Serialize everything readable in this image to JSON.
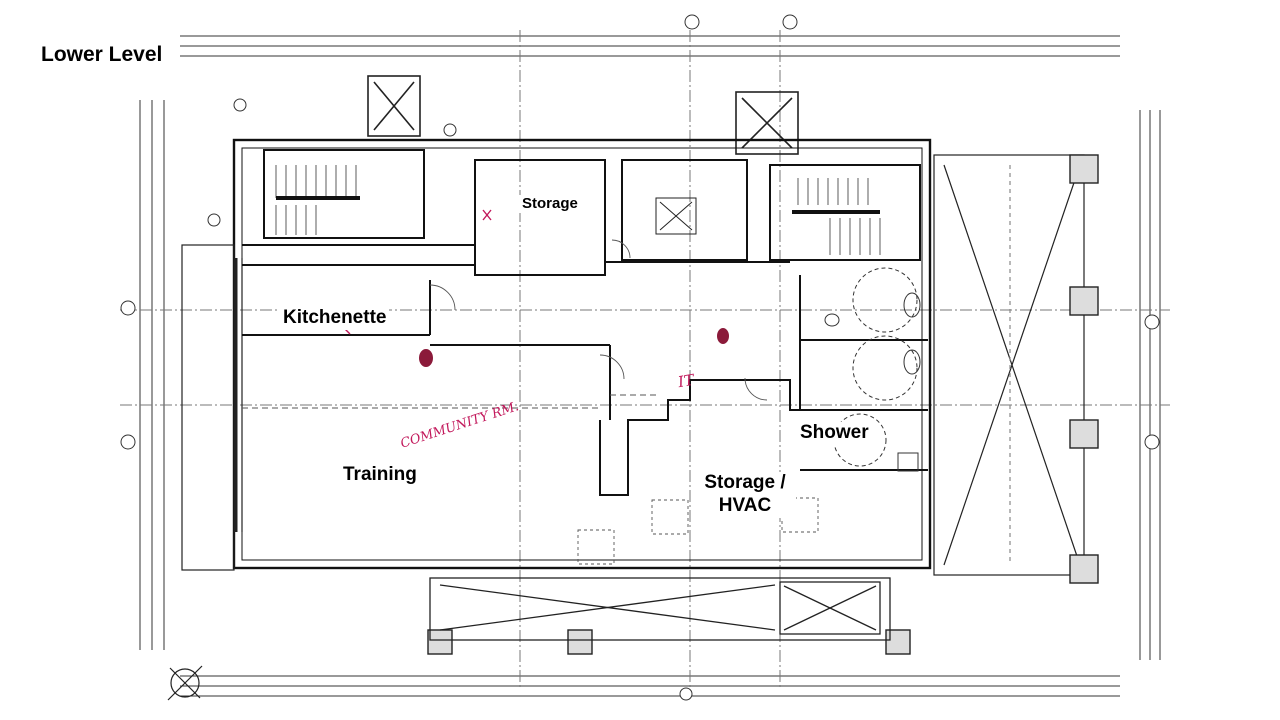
{
  "title": "Lower Level",
  "rooms": {
    "storage": "Storage",
    "kitchenette": "Kitchenette",
    "training": "Training",
    "shower": "Shower",
    "storage_hvac_line1": "Storage /",
    "storage_hvac_line2": "HVAC"
  },
  "handwritten": {
    "community": "COMMUNITY RM.",
    "it": "IT"
  },
  "colors": {
    "ink": "#222222",
    "annotation": "#c2185b",
    "marker": "#8b1a3a"
  }
}
